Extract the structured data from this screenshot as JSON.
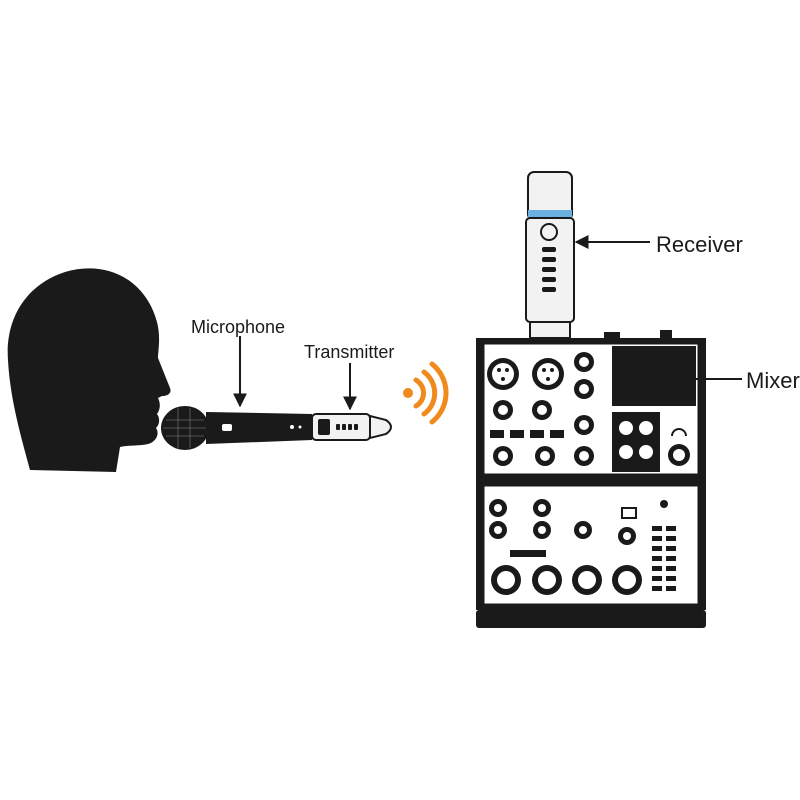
{
  "labels": {
    "microphone": "Microphone",
    "transmitter": "Transmitter",
    "receiver": "Receiver",
    "mixer": "Mixer"
  },
  "icons": {
    "head": "head-silhouette-icon",
    "wireless": "wireless-signal-icon"
  },
  "colors": {
    "ink": "#1a1a1a",
    "signal": "#f08a1c",
    "receiver_accent": "#6ab0e0",
    "device_light": "#f2f2f2"
  }
}
